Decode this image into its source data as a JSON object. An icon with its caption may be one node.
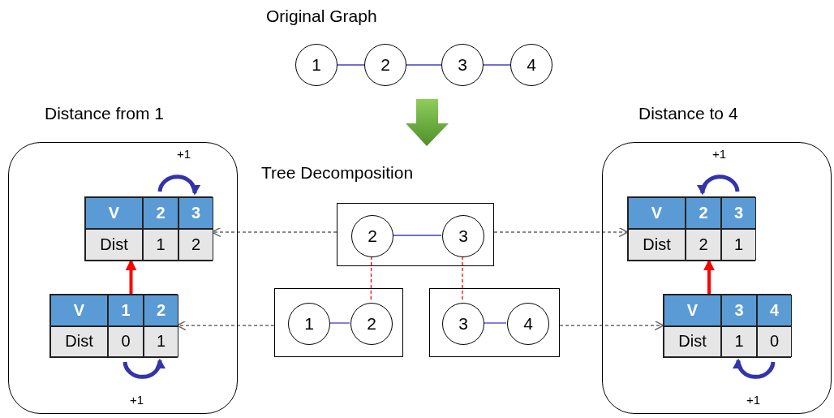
{
  "diagram": {
    "nodes": [
      {
        "text": [
          "1"
        ]
      },
      {
        "text": [
          "2"
        ]
      },
      {
        "text": [
          "3"
        ]
      },
      {
        "text": [
          "4"
        ]
      },
      {
        "text": [
          "Distance from 1"
        ]
      },
      {
        "text": [
          "V",
          "2",
          "3",
          "Dist",
          "1",
          "2"
        ],
        "in": 4
      },
      {
        "text": [
          "V",
          "1",
          "2",
          "Dist",
          "0",
          "1"
        ],
        "in": 4
      },
      {
        "text": [],
        "shape": "box"
      },
      {
        "text": [
          "2"
        ],
        "in": 7
      },
      {
        "text": [
          "3"
        ],
        "in": 7
      },
      {
        "text": [],
        "shape": "box"
      },
      {
        "text": [
          "1"
        ],
        "in": 10
      },
      {
        "text": [
          "2"
        ],
        "in": 10
      },
      {
        "text": [],
        "shape": "box"
      },
      {
        "text": [
          "3"
        ],
        "in": 13
      },
      {
        "text": [
          "4"
        ],
        "in": 13
      },
      {
        "text": [
          "Distance to 4"
        ]
      },
      {
        "text": [
          "V",
          "2",
          "3",
          "Dist",
          "2",
          "1"
        ],
        "in": 16
      },
      {
        "text": [
          "V",
          "3",
          "4",
          "Dist",
          "1",
          "0"
        ],
        "in": 16
      }
    ],
    "edges": [
      {
        "from": 0,
        "to": 1,
        "arrow": "none"
      },
      {
        "from": 1,
        "to": 2,
        "arrow": "none"
      },
      {
        "from": 2,
        "to": 3,
        "arrow": "none"
      },
      {
        "from": 8,
        "to": 9,
        "arrow": "none"
      },
      {
        "from": 11,
        "to": 12,
        "arrow": "none"
      },
      {
        "from": 14,
        "to": 15,
        "arrow": "none"
      },
      {
        "from": 8,
        "to": 12,
        "arrow": "none",
        "style": "dashed",
        "color": "#ff0000"
      },
      {
        "from": 9,
        "to": 14,
        "arrow": "none",
        "style": "dashed",
        "color": "#ff0000"
      },
      {
        "from": 7,
        "to": 5,
        "arrow": "to",
        "style": "dashed",
        "color": "#666666"
      },
      {
        "from": 10,
        "to": 6,
        "arrow": "to",
        "style": "dashed",
        "color": "#666666"
      },
      {
        "from": 7,
        "to": 17,
        "arrow": "to",
        "style": "dashed",
        "color": "#666666"
      },
      {
        "from": 13,
        "to": 18,
        "arrow": "to",
        "style": "dashed",
        "color": "#666666"
      },
      {
        "from": 6,
        "to": 5,
        "arrow": "to",
        "style": "thick",
        "color": "#ff0000"
      },
      {
        "from": 18,
        "to": 17,
        "arrow": "to",
        "style": "thick",
        "color": "#ff0000"
      }
    ],
    "labels": [
      "Original Graph",
      "+1",
      "+1",
      "Tree Decomposition",
      "+1",
      "+1"
    ]
  }
}
